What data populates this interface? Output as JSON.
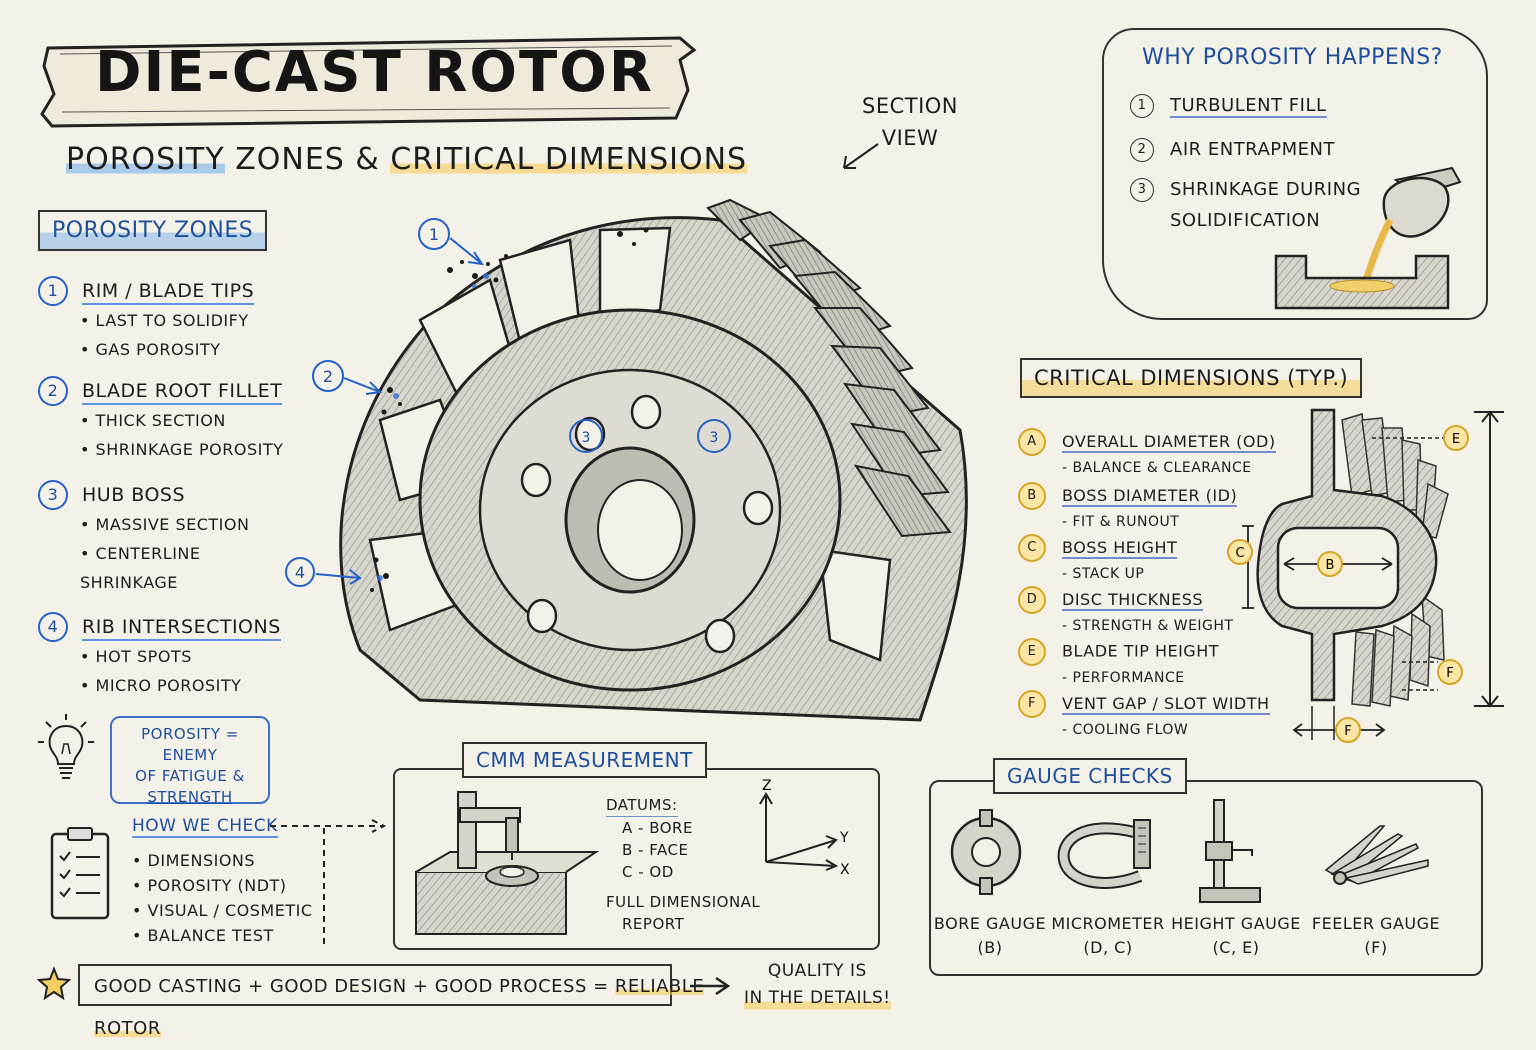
{
  "title": "DIE-CAST ROTOR",
  "subtitle": {
    "part1": "POROSITY",
    "part2": " ZONES & ",
    "part3": "CRITICAL DIMENSIONS"
  },
  "section_view": [
    "SECTION",
    "VIEW"
  ],
  "porosity_zones": {
    "header": "POROSITY ZONES",
    "items": [
      {
        "num": "1",
        "title": "RIM / BLADE TIPS",
        "bullets": [
          "LAST TO SOLIDIFY",
          "GAS POROSITY"
        ]
      },
      {
        "num": "2",
        "title": "BLADE ROOT FILLET",
        "bullets": [
          "THICK SECTION",
          "SHRINKAGE POROSITY"
        ]
      },
      {
        "num": "3",
        "title": "HUB BOSS",
        "bullets": [
          "MASSIVE SECTION",
          "CENTERLINE SHRINKAGE"
        ]
      },
      {
        "num": "4",
        "title": "RIB INTERSECTIONS",
        "bullets": [
          "HOT SPOTS",
          "MICRO POROSITY"
        ]
      }
    ]
  },
  "enemy_note": [
    "POROSITY = ENEMY",
    "OF FATIGUE &",
    "STRENGTH"
  ],
  "how_we_check": {
    "title": "HOW WE CHECK",
    "items": [
      "DIMENSIONS",
      "POROSITY (NDT)",
      "VISUAL / COSMETIC",
      "BALANCE TEST"
    ]
  },
  "footer": {
    "text": "GOOD CASTING + GOOD DESIGN + GOOD PROCESS = ",
    "highlight": "RELIABLE ROTOR",
    "quality": [
      "QUALITY IS",
      "IN THE DETAILS!"
    ]
  },
  "why_porosity": {
    "title": "WHY POROSITY HAPPENS?",
    "items": [
      {
        "num": "1",
        "text": "TURBULENT FILL"
      },
      {
        "num": "2",
        "text": "AIR ENTRAPMENT"
      },
      {
        "num": "3",
        "text": "SHRINKAGE DURING",
        "text2": "SOLIDIFICATION"
      }
    ]
  },
  "critical_dimensions": {
    "header": "CRITICAL DIMENSIONS (TYP.)",
    "items": [
      {
        "letter": "A",
        "title": "OVERALL DIAMETER (OD)",
        "sub": "- BALANCE & CLEARANCE"
      },
      {
        "letter": "B",
        "title": "BOSS DIAMETER (ID)",
        "sub": "- FIT & RUNOUT"
      },
      {
        "letter": "C",
        "title": "BOSS HEIGHT",
        "sub": "- STACK UP"
      },
      {
        "letter": "D",
        "title": "DISC THICKNESS",
        "sub": "- STRENGTH & WEIGHT"
      },
      {
        "letter": "E",
        "title": "BLADE TIP HEIGHT",
        "sub": "- PERFORMANCE"
      },
      {
        "letter": "F",
        "title": "VENT GAP / SLOT WIDTH",
        "sub": "- COOLING FLOW"
      }
    ],
    "diagram_labels": [
      "E",
      "B",
      "C",
      "F",
      "F"
    ]
  },
  "cmm": {
    "title": "CMM MEASUREMENT",
    "datums_title": "DATUMS:",
    "datums": [
      "A - BORE",
      "B - FACE",
      "C - OD"
    ],
    "report": [
      "FULL DIMENSIONAL",
      "REPORT"
    ],
    "axes": [
      "Z",
      "Y",
      "X"
    ]
  },
  "gauge_checks": {
    "title": "GAUGE CHECKS",
    "items": [
      {
        "name": "BORE GAUGE",
        "ref": "(B)"
      },
      {
        "name": "MICROMETER",
        "ref": "(D, C)"
      },
      {
        "name": "HEIGHT GAUGE",
        "ref": "(C, E)"
      },
      {
        "name": "FEELER GAUGE",
        "ref": "(F)"
      }
    ]
  },
  "diagram_callouts": [
    "1",
    "2",
    "4",
    "3",
    "3"
  ],
  "colors": {
    "paper": "#f4f1e8",
    "accent_blue": "#2461c9",
    "accent_yellow": "#f5cd5a",
    "ink": "#1d1d1d"
  }
}
